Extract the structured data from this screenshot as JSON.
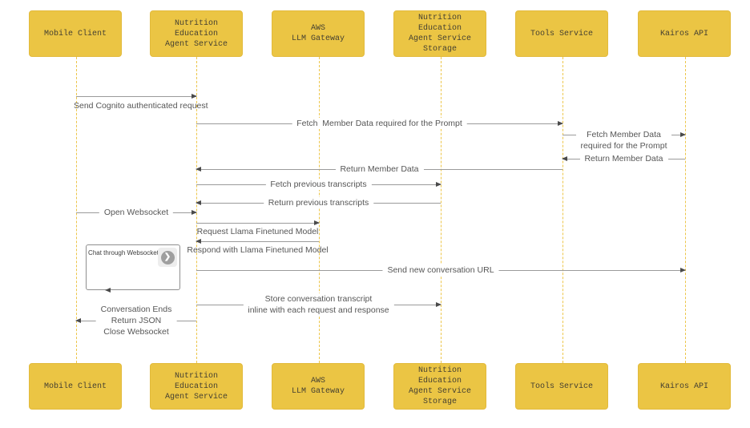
{
  "diagram": {
    "type": "sequence-diagram",
    "colors": {
      "actor_fill": "#EBC544",
      "actor_border": "#E2BA3C",
      "actor_text": "#454031",
      "lifeline": "#EDC64A",
      "message_line": "#9B9B9B",
      "arrowhead": "#4A4A4A",
      "label_text": "#565656",
      "background": "#FFFFFF"
    }
  },
  "actors": [
    {
      "id": "mobile-client",
      "label": "Mobile Client"
    },
    {
      "id": "nutrition-agent-service",
      "label": "Nutrition Education\nAgent Service"
    },
    {
      "id": "aws-llm-gateway",
      "label": "AWS\nLLM Gateway"
    },
    {
      "id": "agent-service-storage",
      "label": "Nutrition Education\nAgent Service\nStorage"
    },
    {
      "id": "tools-service",
      "label": "Tools Service"
    },
    {
      "id": "kairos-api",
      "label": "Kairos API"
    }
  ],
  "messages": [
    {
      "from": "mobile-client",
      "to": "nutrition-agent-service",
      "label": "Send Cognito authenticated request"
    },
    {
      "from": "nutrition-agent-service",
      "to": "tools-service",
      "label": "Fetch  Member Data required for the Prompt"
    },
    {
      "from": "tools-service",
      "to": "kairos-api",
      "label": "Fetch Member Data\nrequired for the Prompt"
    },
    {
      "from": "kairos-api",
      "to": "tools-service",
      "label": "Return Member Data"
    },
    {
      "from": "tools-service",
      "to": "nutrition-agent-service",
      "label": "Return Member Data"
    },
    {
      "from": "nutrition-agent-service",
      "to": "agent-service-storage",
      "label": "Fetch previous transcripts"
    },
    {
      "from": "agent-service-storage",
      "to": "nutrition-agent-service",
      "label": "Return previous transcripts"
    },
    {
      "from": "mobile-client",
      "to": "nutrition-agent-service",
      "label": "Open Websocket"
    },
    {
      "from": "nutrition-agent-service",
      "to": "aws-llm-gateway",
      "label": "Request Llama Finetuned Model"
    },
    {
      "from": "aws-llm-gateway",
      "to": "nutrition-agent-service",
      "label": "Respond with Llama Finetuned Model"
    },
    {
      "from": "nutrition-agent-service",
      "to": "kairos-api",
      "label": "Send new conversation URL"
    },
    {
      "from": "nutrition-agent-service",
      "to": "agent-service-storage",
      "label": "Store conversation transcript\ninline with each request and response"
    },
    {
      "from": "nutrition-agent-service",
      "to": "mobile-client",
      "label": "Conversation Ends\nReturn JSON\nClose Websocket"
    }
  ],
  "loop": {
    "label": "Chat through Websocket",
    "icon": "chevron-right-icon",
    "icon_glyph": "❯"
  }
}
